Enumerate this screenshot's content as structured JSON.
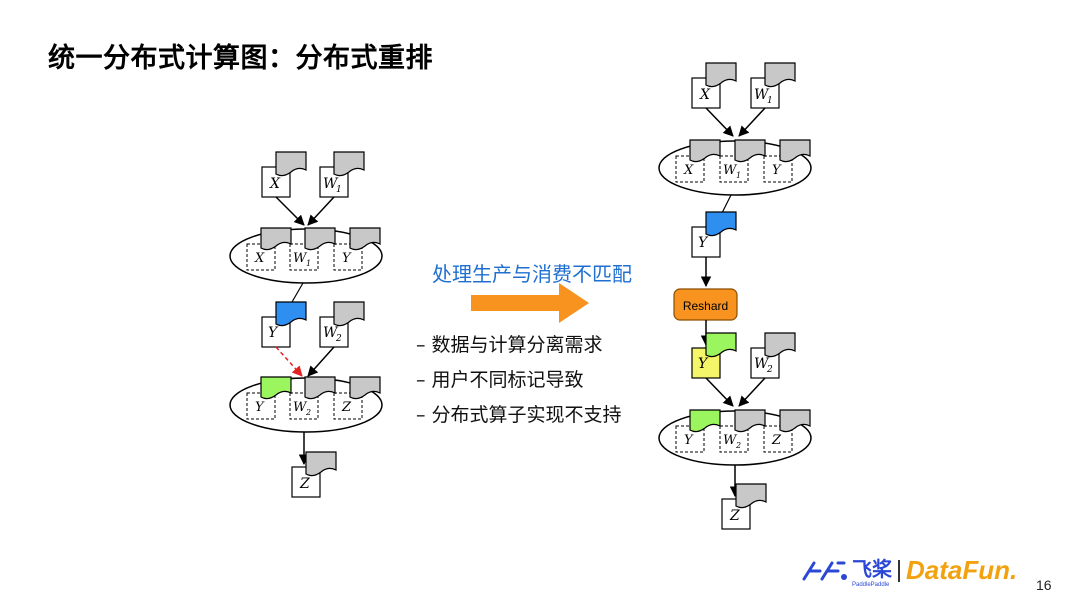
{
  "title": "统一分布式计算图：分布式重排",
  "middle": {
    "heading": "处理生产与消费不匹配",
    "bullets": [
      "– 数据与计算分离需求",
      "– 用户不同标记导致",
      "– 分布式算子实现不支持"
    ]
  },
  "labels": {
    "x": "X",
    "w1": "W",
    "w1_sub": "1",
    "w2": "W",
    "w2_sub": "2",
    "y": "Y",
    "z": "Z",
    "reshard": "Reshard"
  },
  "colors": {
    "blue_tensor": "#2f8ff0",
    "green_tensor": "#9bf55e",
    "yellow_box": "#f5f56a",
    "reshard": "#f7931e",
    "arrow_orange": "#f7931e",
    "heading": "#1f6fd1",
    "red_dashed": "#e52222",
    "gray_tensor": "#c8c8c8"
  },
  "footer": {
    "paddle_cn": "飞桨",
    "paddle_en": "PaddlePaddle",
    "datafun": "DataFun.",
    "page": "16"
  }
}
